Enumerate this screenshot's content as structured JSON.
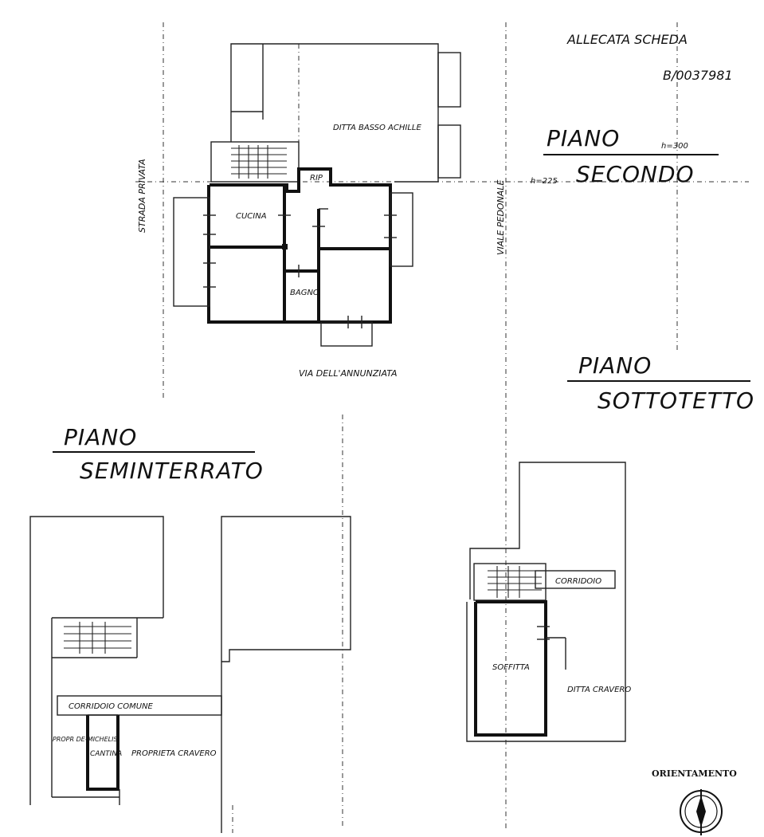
{
  "document": {
    "annex_line1": "ALLECATA SCHEDA",
    "annex_line2": "B/0037981"
  },
  "floors": {
    "second": {
      "label_piano": "PIANO",
      "label_name": "SECONDO",
      "height_top": "h=300",
      "height_left": "h=225"
    },
    "attic": {
      "label_piano": "PIANO",
      "label_name": "SOTTOTETTO"
    },
    "basement": {
      "label_piano": "PIANO",
      "label_name": "SEMINTERRATO"
    }
  },
  "streets": {
    "private_road": "STRADA PRIVATA",
    "pedestrian_avenue": "VIALE PEDONALE",
    "via_annunziata": "VIA DELL'ANNUNZIATA"
  },
  "rooms_second": {
    "owner": "DITTA BASSO ACHILLE",
    "kitchen": "CUCINA",
    "closet": "RIP",
    "bath": "BAGNO"
  },
  "rooms_attic": {
    "corridor": "CORRIDOIO",
    "loft": "SOFFITTA",
    "owner": "DITTA CRAVERO"
  },
  "rooms_basement": {
    "corridor": "CORRIDOIO COMUNE",
    "prop_label": "PROPR DE-MICHELIS",
    "cellar": "CANTINA",
    "property": "PROPRIETA CRAVERO"
  },
  "orientation": {
    "label": "ORIENTAMENTO"
  }
}
